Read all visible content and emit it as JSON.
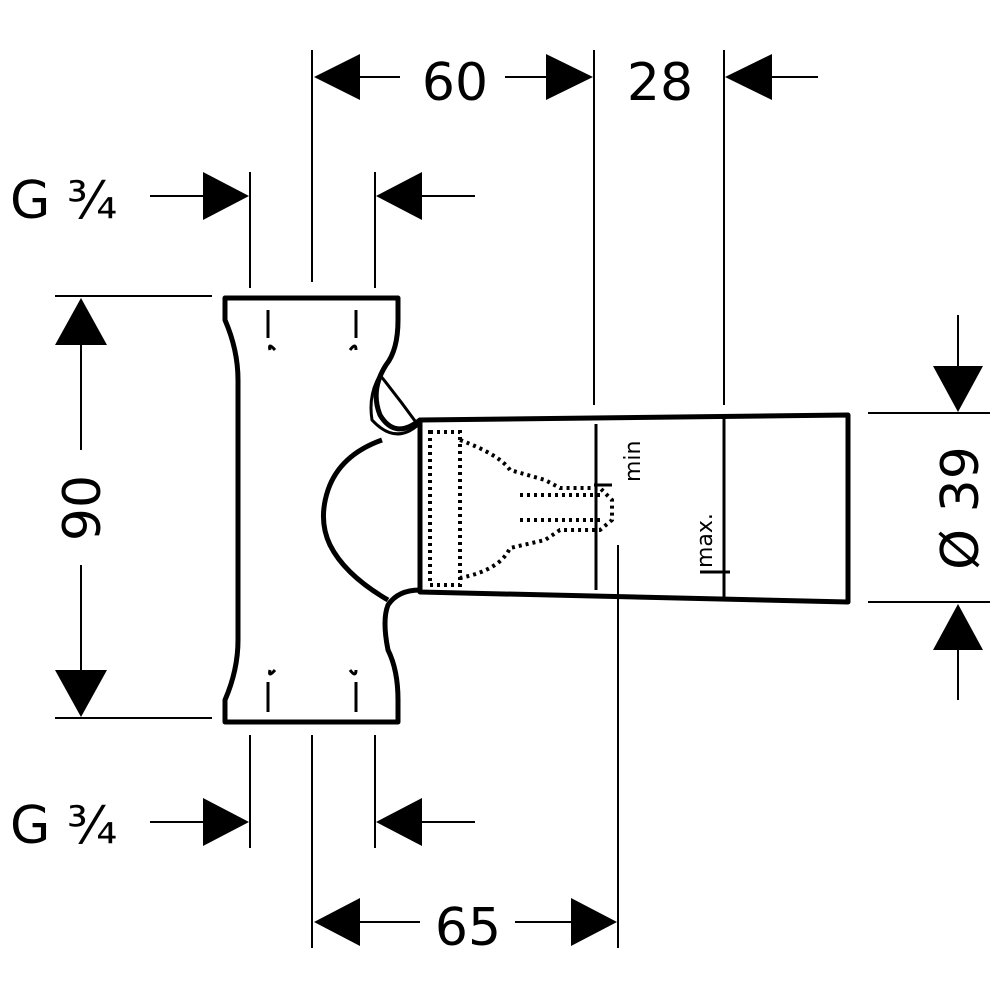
{
  "dimensions": {
    "top_left": "60",
    "top_right": "28",
    "height": "90",
    "diameter": "Ø 39",
    "bottom": "65",
    "thread_top": "G ¾",
    "thread_bottom": "G ¾"
  },
  "labels": {
    "min": "min",
    "max": "max."
  }
}
